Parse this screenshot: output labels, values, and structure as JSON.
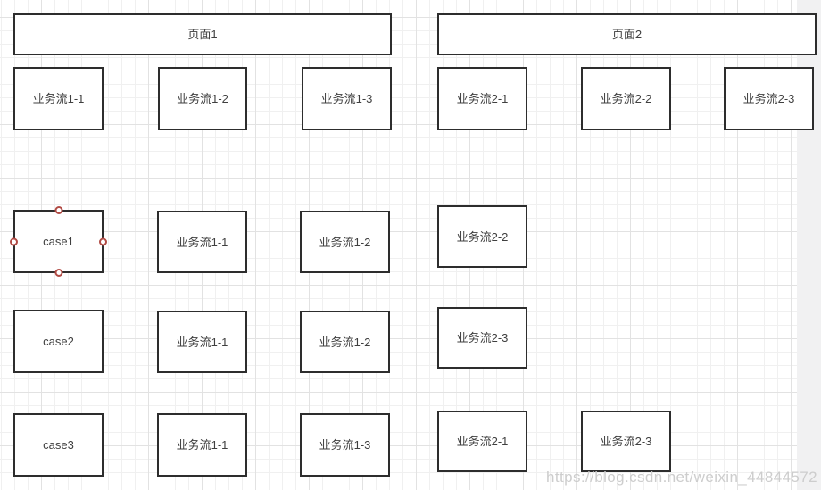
{
  "diagram": {
    "nodes": [
      {
        "name": "page1",
        "label": "页面1"
      },
      {
        "name": "flow1-1",
        "label": "业务流1-1"
      },
      {
        "name": "flow1-2",
        "label": "业务流1-2"
      },
      {
        "name": "flow1-3",
        "label": "业务流1-3"
      },
      {
        "name": "page2",
        "label": "页面2"
      },
      {
        "name": "flow2-1",
        "label": "业务流2-1"
      },
      {
        "name": "flow2-2",
        "label": "业务流2-2"
      },
      {
        "name": "flow2-3",
        "label": "业务流2-3"
      },
      {
        "name": "case1",
        "label": "case1",
        "selected": true
      },
      {
        "name": "flow1-1",
        "label": "业务流1-1"
      },
      {
        "name": "flow1-2",
        "label": "业务流1-2"
      },
      {
        "name": "flow2-2",
        "label": "业务流2-2"
      },
      {
        "name": "case2",
        "label": "case2"
      },
      {
        "name": "flow1-1",
        "label": "业务流1-1"
      },
      {
        "name": "flow1-2",
        "label": "业务流1-2"
      },
      {
        "name": "flow2-3",
        "label": "业务流2-3"
      },
      {
        "name": "case3",
        "label": "case3"
      },
      {
        "name": "flow1-1",
        "label": "业务流1-1"
      },
      {
        "name": "flow1-3",
        "label": "业务流1-3"
      },
      {
        "name": "flow2-1",
        "label": "业务流2-1"
      },
      {
        "name": "flow2-3",
        "label": "业务流2-3"
      }
    ]
  },
  "watermark": {
    "text": "https://blog.csdn.net/weixin_44844572"
  },
  "colors": {
    "node_border": "#2d2d2d",
    "node_fill": "#ffffff",
    "node_text": "#3f3f3f",
    "handle_ring": "#b14a44",
    "grid_minor": "#f0f0f0",
    "grid_major": "#e2e2e2",
    "side_panel": "#f1f1f2",
    "watermark_text": "#cacaca"
  }
}
